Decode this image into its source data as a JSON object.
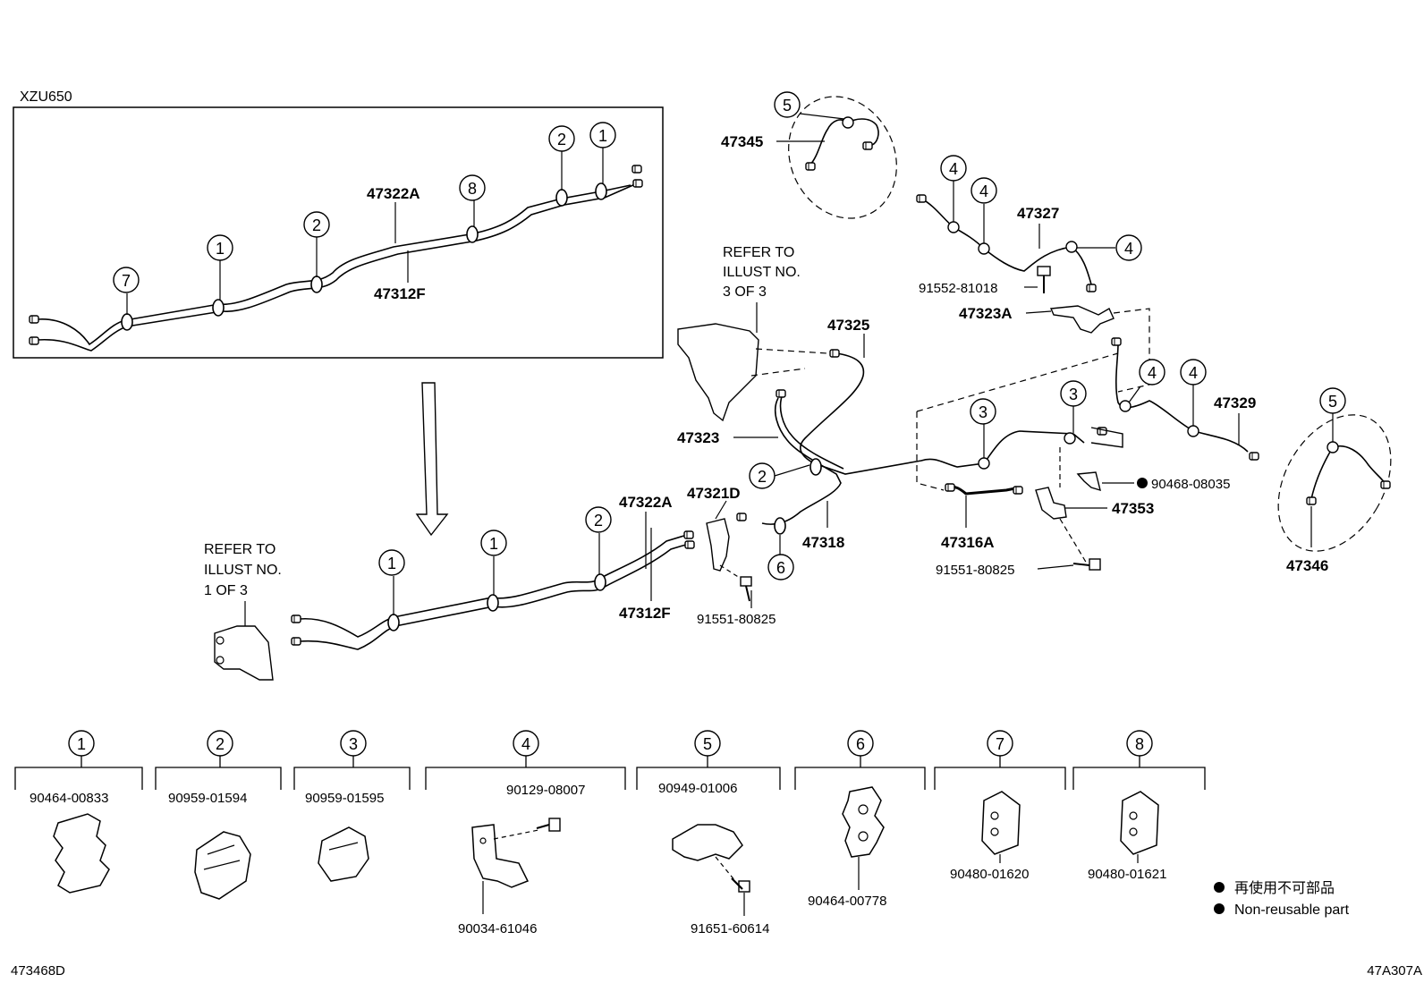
{
  "labels": {
    "model": "XZU650",
    "inset_47322a": "47322A",
    "inset_47312f": "47312F",
    "p47345": "47345",
    "p47327": "47327",
    "p91552": "91552-81018",
    "p47323a": "47323A",
    "refer3_l1": "REFER TO",
    "refer3_l2": "ILLUST NO.",
    "refer3_l3": "3 OF 3",
    "p47325": "47325",
    "p47323": "47323",
    "p47329": "47329",
    "p90468": "90468-08035",
    "p47322a": "47322A",
    "p47321d": "47321D",
    "p47353": "47353",
    "p47318": "47318",
    "p47316a": "47316A",
    "p91551b": "91551-80825",
    "p47346": "47346",
    "refer1_l1": "REFER TO",
    "refer1_l2": "ILLUST NO.",
    "refer1_l3": "1 OF 3",
    "p47312f": "47312F",
    "p91551a": "91551-80825",
    "corner_left": "473468D",
    "corner_right": "47A307A"
  },
  "callouts": [
    "1",
    "2",
    "3",
    "4",
    "5",
    "6",
    "7",
    "8"
  ],
  "clamps": [
    {
      "ref": "1",
      "parts": [
        "90464-00833"
      ]
    },
    {
      "ref": "2",
      "parts": [
        "90959-01594"
      ]
    },
    {
      "ref": "3",
      "parts": [
        "90959-01595"
      ]
    },
    {
      "ref": "4",
      "parts": [
        "90129-08007",
        "90034-61046"
      ]
    },
    {
      "ref": "5",
      "parts": [
        "90949-01006",
        "91651-60614"
      ]
    },
    {
      "ref": "6",
      "parts": [
        "90464-00778"
      ]
    },
    {
      "ref": "7",
      "parts": [
        "90480-01620"
      ]
    },
    {
      "ref": "8",
      "parts": [
        "90480-01621"
      ]
    }
  ],
  "legend": {
    "jp": "再使用不可部品",
    "en": "Non-reusable part"
  }
}
